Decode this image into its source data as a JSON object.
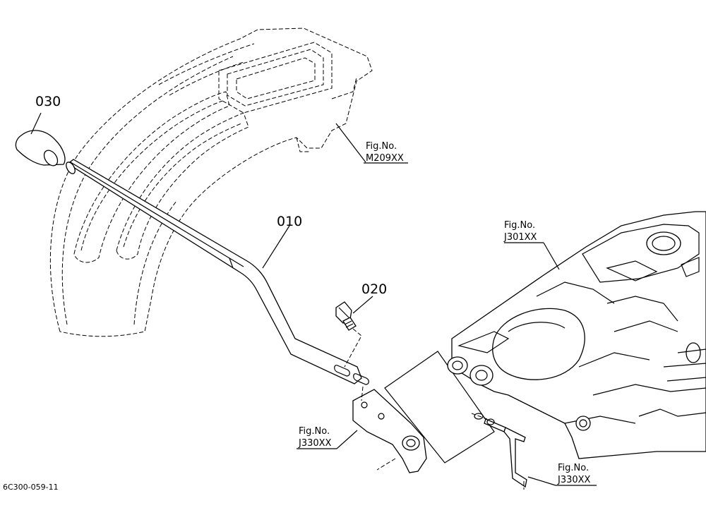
{
  "parts": {
    "p030": "030",
    "p010": "010",
    "p020": "020"
  },
  "refs": {
    "fender": {
      "line1": "Fig.No.",
      "line2": "M209XX"
    },
    "housing": {
      "line1": "Fig.No.",
      "line2": "J301XX"
    },
    "bracket": {
      "line1": "Fig.No.",
      "line2": "J330XX"
    },
    "bracket_right": {
      "line1": "Fig.No.",
      "line2": "J330XX"
    }
  },
  "doc_id": "6C300-059-11"
}
